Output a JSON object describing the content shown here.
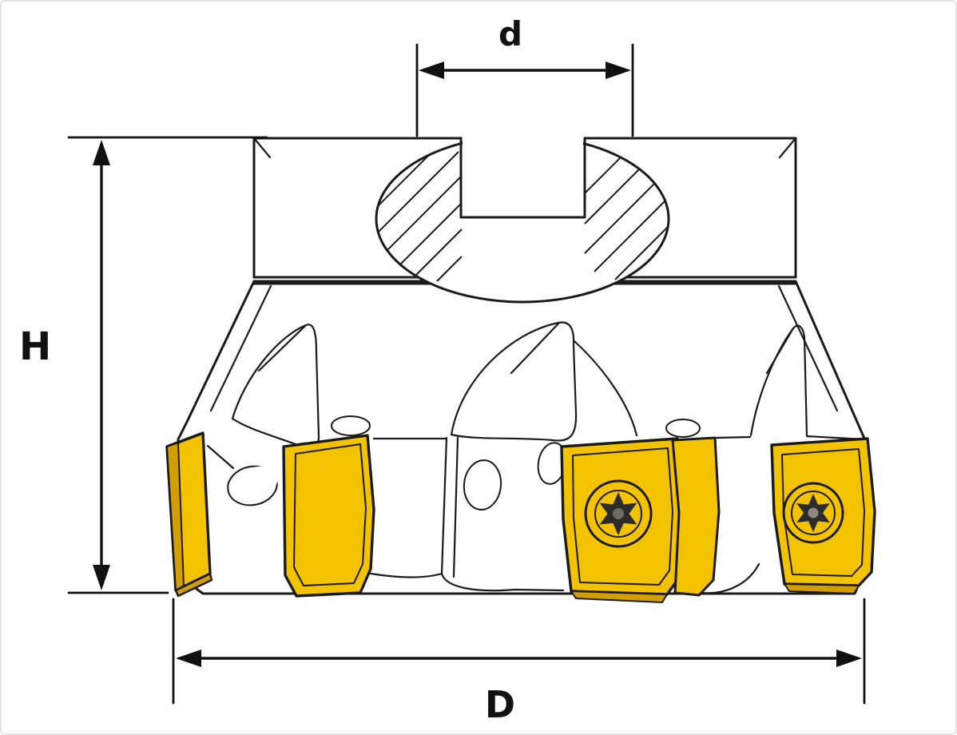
{
  "diagram": {
    "type": "technical-drawing",
    "dimension_labels": {
      "bore": "d",
      "height": "H",
      "cutting_diameter": "D"
    }
  },
  "colors": {
    "line": "#1a1a1a",
    "insert_yellow": "#f4c300",
    "insert_shade": "#d39e00",
    "hole_gray": "#d8d4c8",
    "screw_outer": "#cfcbc0",
    "screw_inner": "#a8a49a",
    "screw_star": "#2b2b2b",
    "background": "#ffffff",
    "frame_border": "#e3e3e3"
  }
}
